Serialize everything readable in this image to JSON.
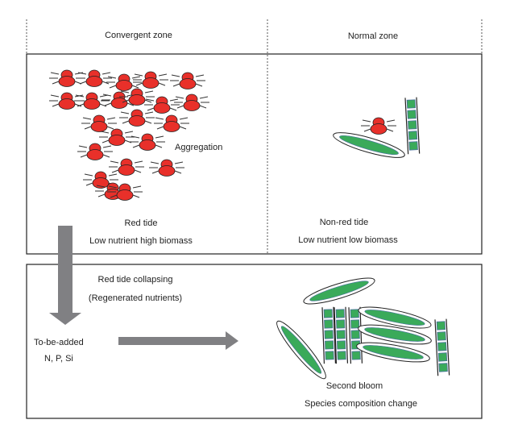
{
  "header": {
    "left_zone": "Convergent zone",
    "right_zone": "Normal zone"
  },
  "top_panel": {
    "left": {
      "annotation": "Aggregation",
      "title": "Red tide",
      "subtitle": "Low nutrient high biomass",
      "organism": "dinoflagellate-icon"
    },
    "right": {
      "title": "Non-red tide",
      "subtitle": "Low nutrient low biomass",
      "organisms": [
        "dinoflagellate-icon",
        "pennate-diatom-icon",
        "chain-diatom-icon"
      ]
    }
  },
  "bottom_panel": {
    "process_title": "Red tide collapsing",
    "process_subtitle": "(Regenerated nutrients)",
    "input_title": "To-be-added",
    "input_nutrients": "N, P, Si",
    "result_title": "Second bloom",
    "result_subtitle": "Species composition change",
    "organisms": [
      "pennate-diatom-icon",
      "chain-diatom-icon"
    ]
  },
  "colors": {
    "dinoflagellate_fill": "#e8302a",
    "diatom_fill": "#3aaa5a",
    "arrow_fill": "#808083",
    "frame": "#222222"
  }
}
